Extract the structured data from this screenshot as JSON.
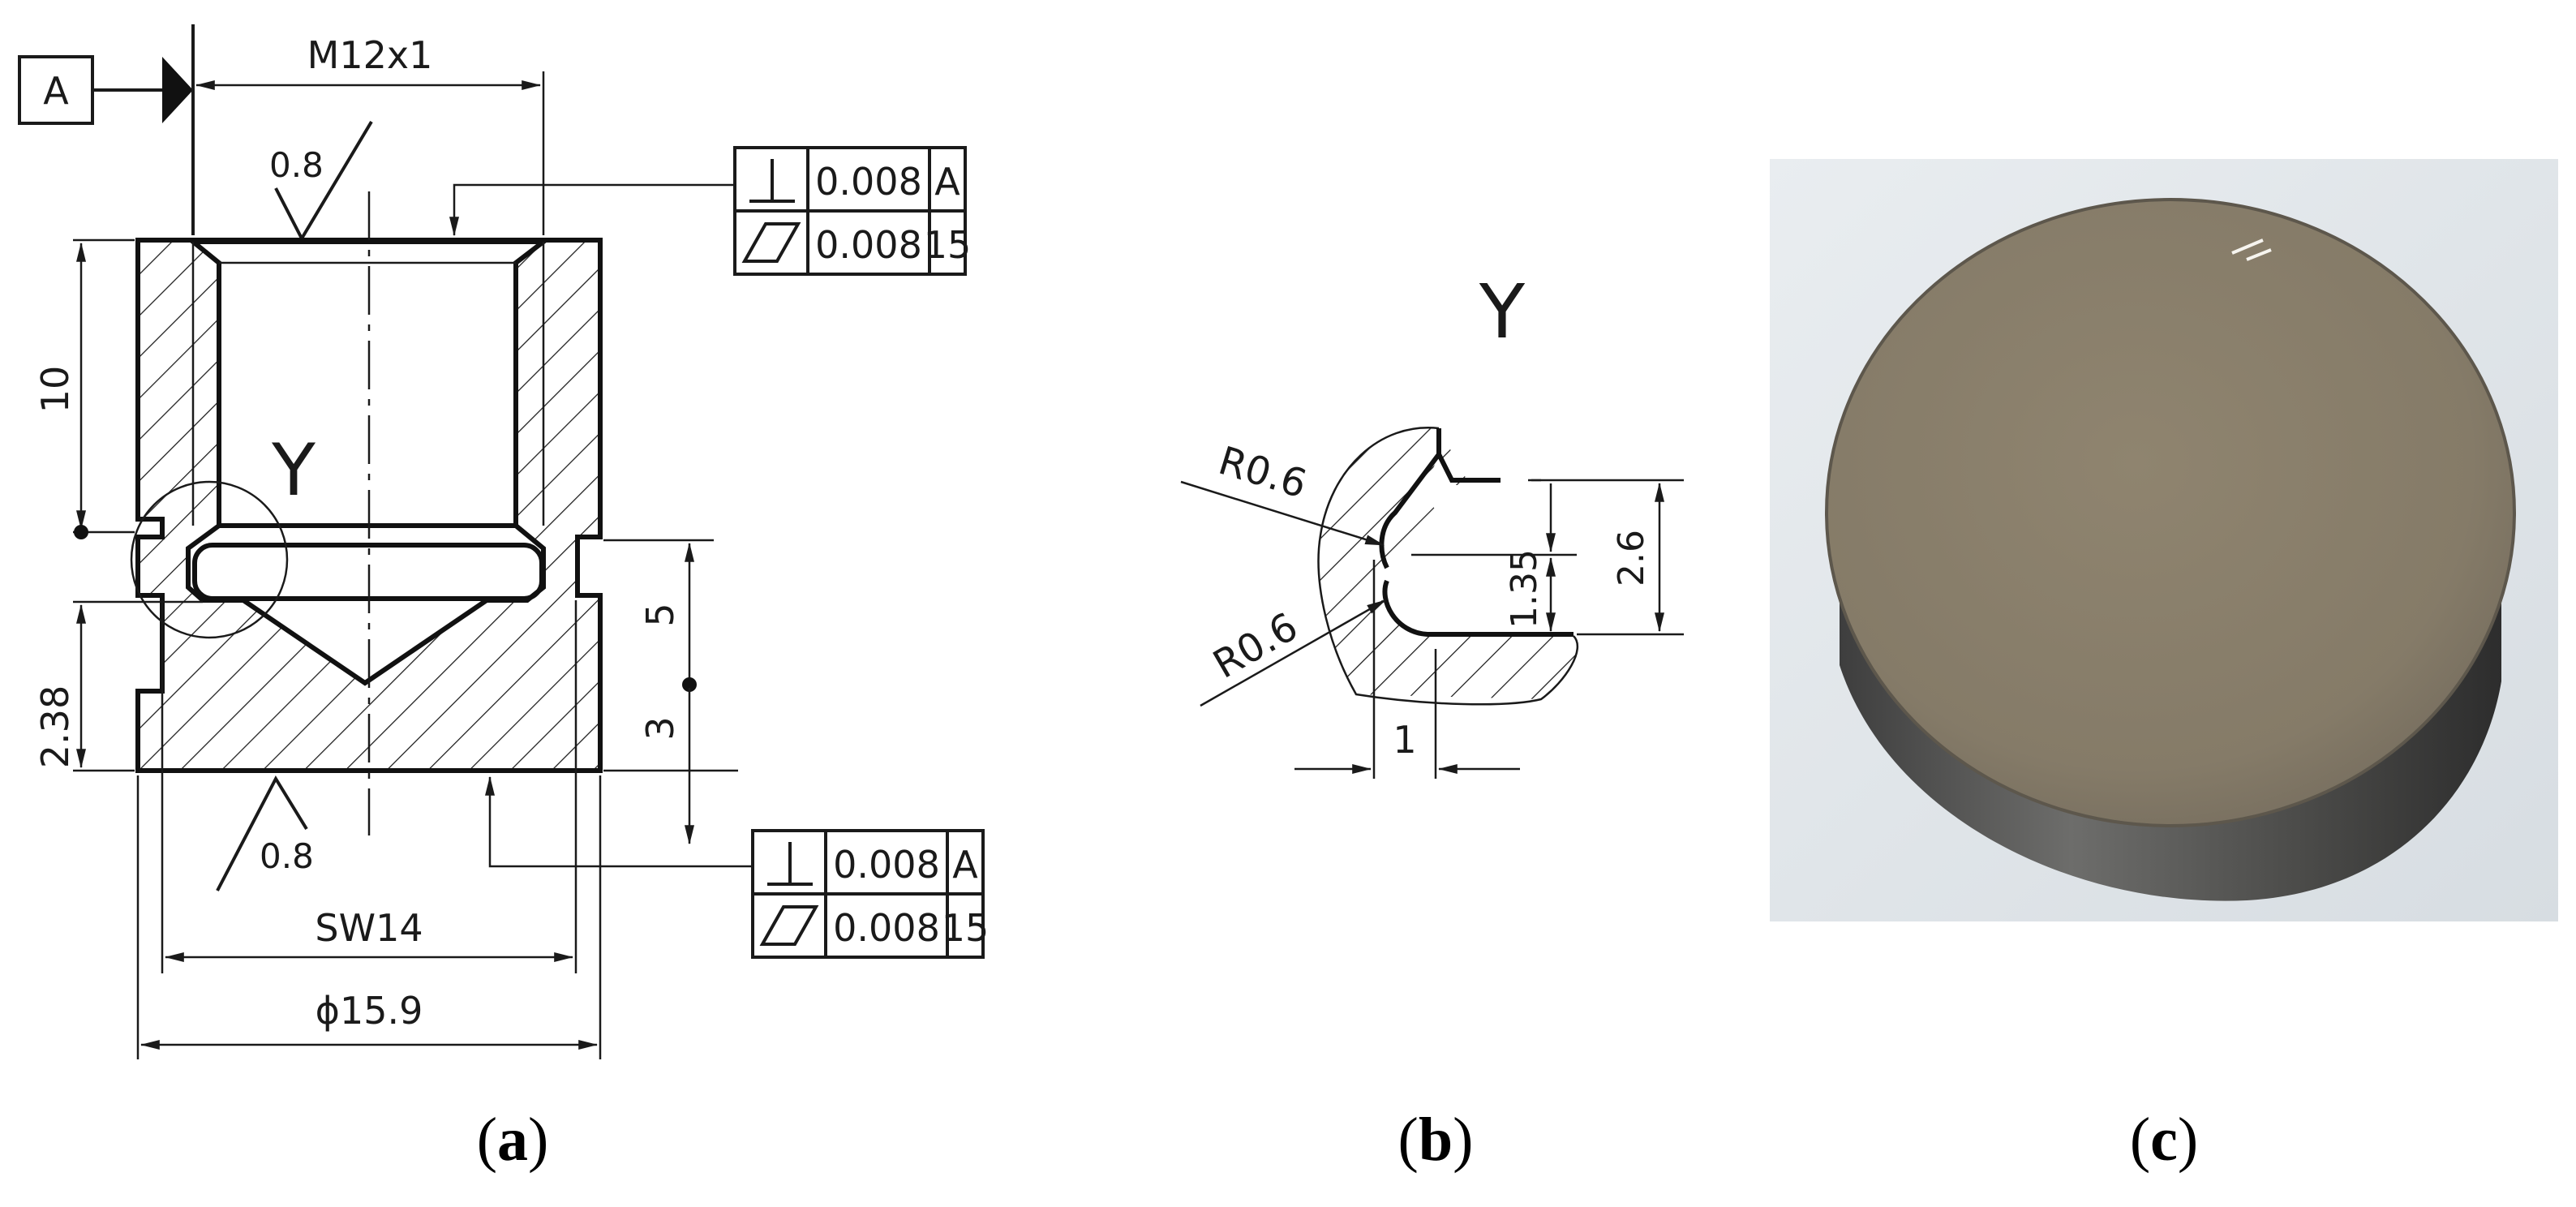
{
  "panel_a": {
    "datum_label": "A",
    "thread_dim": "M12x1",
    "roughness_top": "0.8",
    "roughness_bottom": "0.8",
    "height_10": "10",
    "height_238": "2.38",
    "dim_5": "5",
    "dim_3": "3",
    "detail_label": "Y",
    "width_sw": "SW14",
    "diameter": "ϕ15.9",
    "fcf_top": {
      "row1": {
        "symbol": "perpendicularity-symbol",
        "value": "0.008",
        "datum": "A"
      },
      "row2": {
        "symbol": "flatness-symbol",
        "value": "0.008",
        "datum": "15"
      }
    },
    "fcf_bottom": {
      "row1": {
        "symbol": "perpendicularity-symbol",
        "value": "0.008",
        "datum": "A"
      },
      "row2": {
        "symbol": "flatness-symbol",
        "value": "0.008",
        "datum": "15"
      }
    }
  },
  "panel_b": {
    "detail_label": "Y",
    "radius_top": "R0.6",
    "radius_bottom": "R0.6",
    "dim_135": "1.35",
    "dim_26": "2.6",
    "dim_1": "1"
  },
  "panel_c": {
    "photo_description_colors": {
      "background": "#e4e8ec",
      "face": "#8a7f6c",
      "side": "#5b5a58"
    }
  },
  "captions": {
    "a": {
      "open": "(",
      "letter": "a",
      "close": ")"
    },
    "b": {
      "open": "(",
      "letter": "b",
      "close": ")"
    },
    "c": {
      "open": "(",
      "letter": "c",
      "close": ")"
    }
  }
}
